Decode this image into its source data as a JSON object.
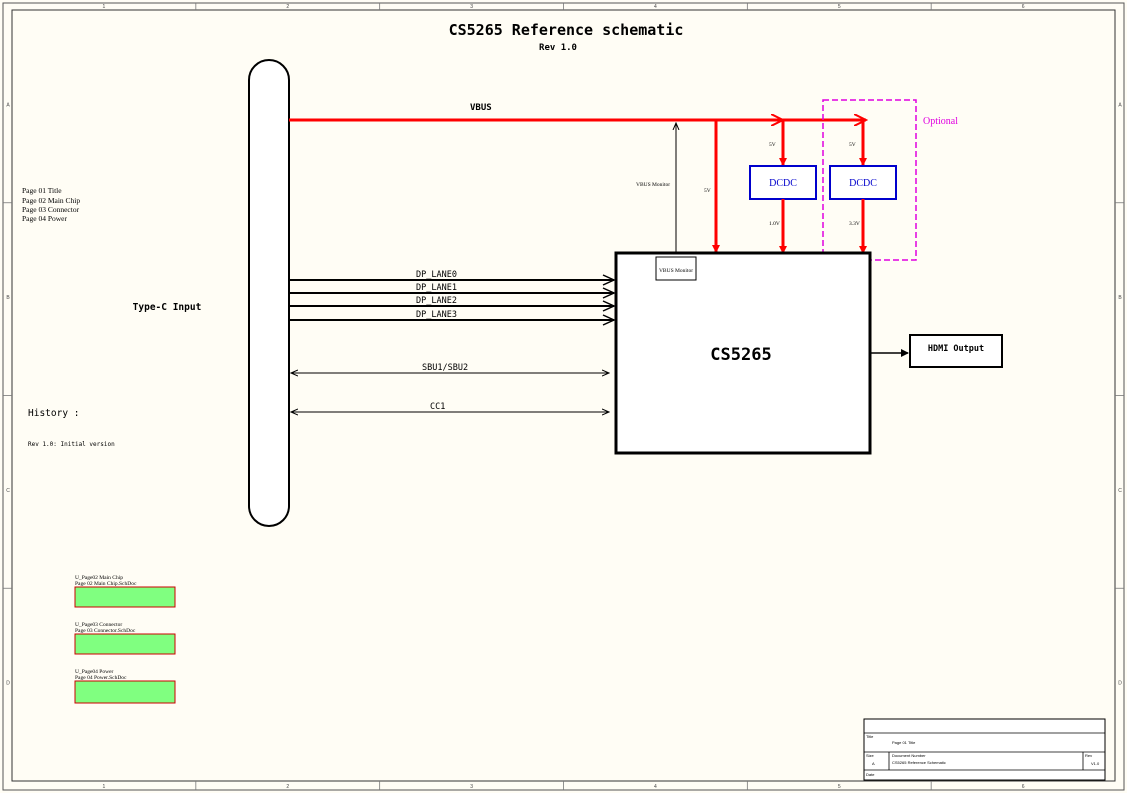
{
  "title": "CS5265 Reference schematic",
  "revision": "Rev 1.0",
  "colors": {
    "paper": "#fffdf5",
    "power_line": "#ff0000",
    "dcdc_border": "#0000cc",
    "optional": "#e000e0",
    "sheet_symbol_fill": "#80ff80",
    "sheet_symbol_border": "#cc0000"
  },
  "grid": {
    "columns": [
      "1",
      "2",
      "3",
      "4",
      "5",
      "6"
    ],
    "rows": [
      "A",
      "B",
      "C",
      "D"
    ]
  },
  "page_list": [
    "Page 01 Title",
    "Page 02 Main Chip",
    "Page 03 Connector",
    "Page 04 Power"
  ],
  "connector_label": "Type-C Input",
  "history": {
    "heading": "History :",
    "entries": [
      "Rev 1.0: Initial version"
    ]
  },
  "nets": {
    "vbus": "VBUS",
    "vbus_monitor_tap": "VBUS Monitor",
    "vbus_5v": "5V",
    "lanes": [
      "DP_LANE0",
      "DP_LANE1",
      "DP_LANE2",
      "DP_LANE3"
    ],
    "sbu": "SBU1/SBU2",
    "cc": "CC1"
  },
  "main_chip": {
    "label": "CS5265",
    "vbus_monitor_pin": "VBUS Monitor"
  },
  "dcdc_blocks": [
    {
      "label": "DCDC",
      "input": "5V",
      "output": "1.0V"
    },
    {
      "label": "DCDC",
      "input": "5V",
      "output": "3.3V"
    }
  ],
  "optional_label": "Optional",
  "output_block": "HDMI Output",
  "sheet_symbols": [
    {
      "designator": "U_Page02 Main Chip",
      "file": "Page 02 Main Chip.SchDoc"
    },
    {
      "designator": "U_Page03 Connector",
      "file": "Page 03 Connector.SchDoc"
    },
    {
      "designator": "U_Page04 Power",
      "file": "Page 04 Power.SchDoc"
    }
  ],
  "title_block": {
    "title_caption": "Title",
    "title_value": "Page 01 Title",
    "size_caption": "Size",
    "size_value": "A",
    "number_caption": "Document Number",
    "number_value": "CS5265 Reference Schematic",
    "rev_caption": "Rev",
    "rev_value": "V1.0",
    "date_caption": "Date"
  }
}
